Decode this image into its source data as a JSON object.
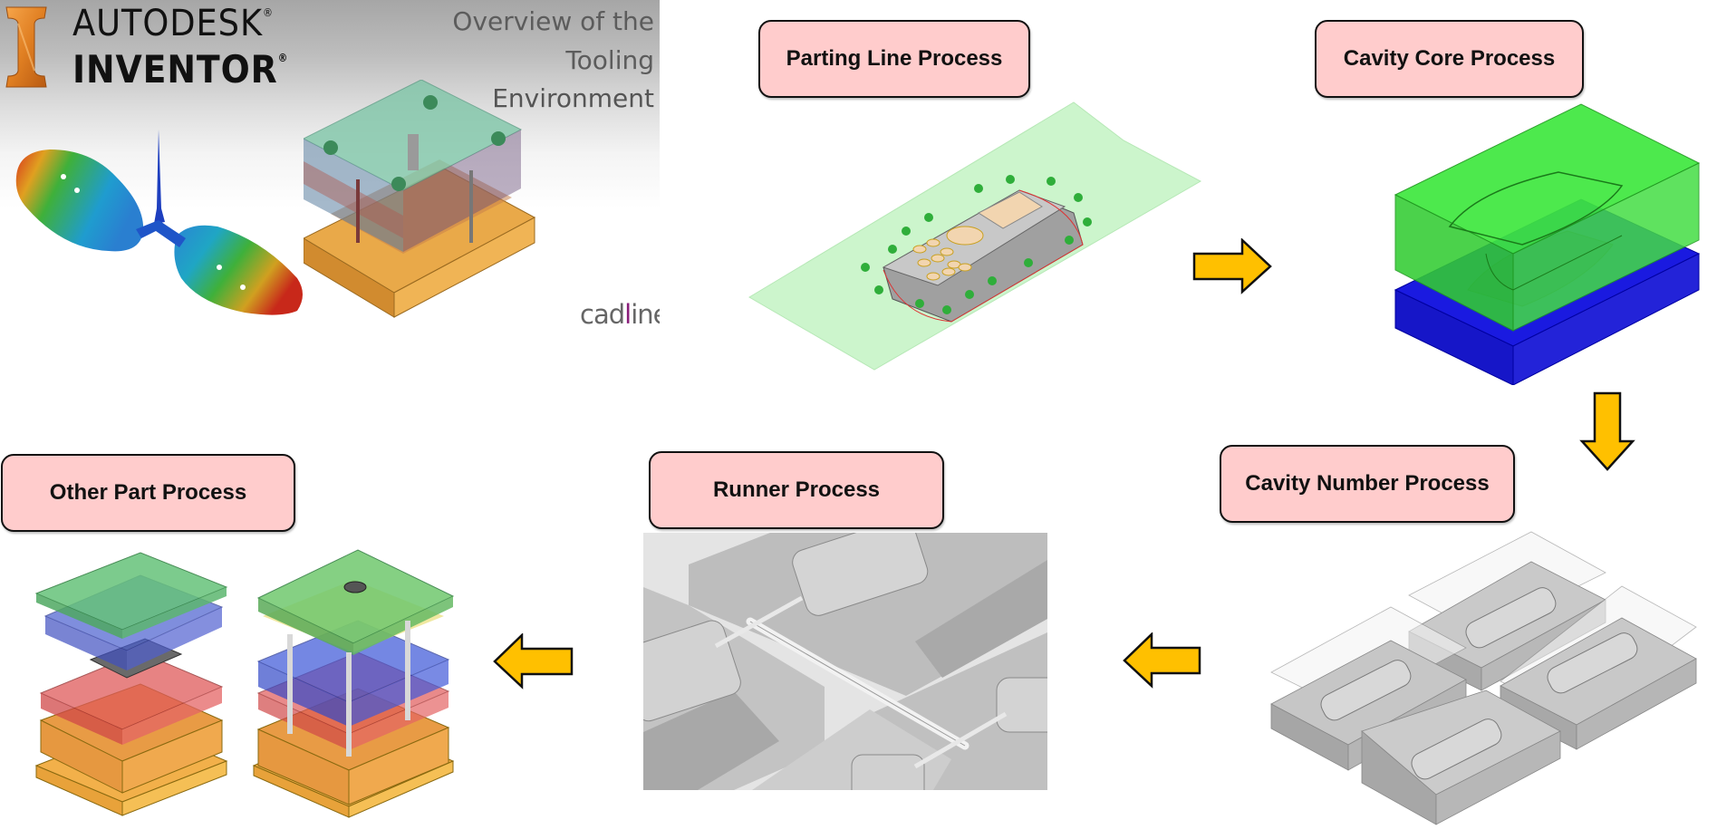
{
  "banner": {
    "brand_line1": "AUTODESK",
    "brand_line2": "INVENTOR",
    "registered_mark": "®",
    "subtitle_lines": [
      "Overview of the",
      "Tooling",
      "Environment"
    ],
    "partner_logo": {
      "prefix": "cad",
      "accent": "l",
      "suffix": "ine"
    },
    "logo_icon": "inventor-i-logo",
    "colors": {
      "logo_orange": "#e8872a",
      "partner_accent": "#8a1e7a"
    }
  },
  "flow": {
    "steps": [
      {
        "id": "parting-line",
        "label": "Parting Line Process",
        "illustration": "phone-on-parting-surface"
      },
      {
        "id": "cavity-core",
        "label": "Cavity Core Process",
        "illustration": "green-cavity-blue-core-blocks"
      },
      {
        "id": "cavity-number",
        "label": "Cavity Number Process",
        "illustration": "four-cavity-layout"
      },
      {
        "id": "runner",
        "label": "Runner Process",
        "illustration": "runner-system-closeup"
      },
      {
        "id": "other-part",
        "label": "Other Part Process",
        "illustration": "mold-base-assemblies"
      }
    ],
    "arrows": [
      {
        "from": "parting-line",
        "to": "cavity-core",
        "direction": "right"
      },
      {
        "from": "cavity-core",
        "to": "cavity-number",
        "direction": "down"
      },
      {
        "from": "cavity-number",
        "to": "runner",
        "direction": "left"
      },
      {
        "from": "runner",
        "to": "other-part",
        "direction": "left"
      }
    ],
    "colors": {
      "box_fill": "#ffcccc",
      "box_border": "#111111",
      "arrow_fill": "#ffc000",
      "arrow_stroke": "#111111"
    }
  }
}
